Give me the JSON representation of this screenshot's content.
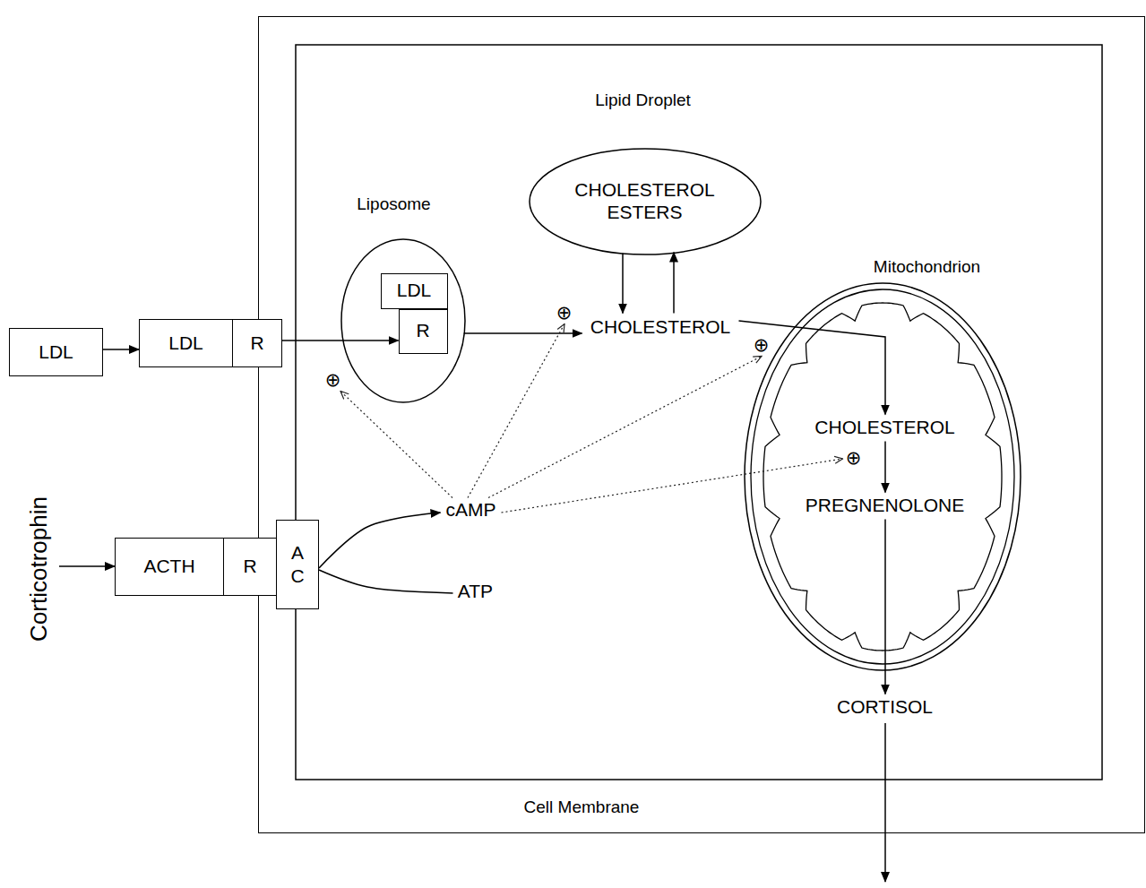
{
  "diagram": {
    "nodes": [
      {
        "text": [
          "Cell Membrane"
        ]
      },
      {
        "text": [
          "LDL"
        ]
      },
      {
        "text": [
          "LDL"
        ]
      },
      {
        "text": [
          "R"
        ]
      },
      {
        "text": [
          "Liposome"
        ],
        "in": 0
      },
      {
        "text": [
          "LDL"
        ],
        "in": 4
      },
      {
        "text": [
          "R"
        ],
        "in": 4
      },
      {
        "text": [
          "Lipid Droplet",
          "CHOLESTEROL ESTERS"
        ],
        "in": 0
      },
      {
        "text": [
          "CHOLESTEROL"
        ],
        "in": 0
      },
      {
        "text": [
          "Mitochondrion"
        ],
        "in": 0
      },
      {
        "text": [
          "CHOLESTEROL"
        ],
        "in": 9
      },
      {
        "text": [
          "PREGNENOLONE"
        ],
        "in": 9
      },
      {
        "text": [
          "CORTISOL"
        ],
        "in": 0
      },
      {
        "text": [
          "ATP"
        ],
        "in": 0
      },
      {
        "text": [
          "cAMP"
        ],
        "in": 0
      },
      {
        "text": [
          "ACTH"
        ]
      },
      {
        "text": [
          "R"
        ]
      },
      {
        "text": [
          "A C"
        ]
      },
      {
        "text": [
          "Corticotrophin"
        ]
      },
      {
        "text": [
          "⊕"
        ],
        "in": 0
      },
      {
        "text": [
          "⊕"
        ],
        "in": 0
      },
      {
        "text": [
          "⊕"
        ],
        "in": 0
      },
      {
        "text": [
          "⊕"
        ],
        "in": 9
      }
    ],
    "edges": [
      {
        "from": 1,
        "to": 2,
        "arrow": "to"
      },
      {
        "from": 3,
        "to": 6,
        "arrow": "to"
      },
      {
        "from": 4,
        "to": 8,
        "arrow": "to"
      },
      {
        "from": 7,
        "to": 8,
        "arrow": "to"
      },
      {
        "from": 8,
        "to": 7,
        "arrow": "to"
      },
      {
        "from": 8,
        "to": 10,
        "arrow": "to"
      },
      {
        "from": 10,
        "to": 11,
        "arrow": "to"
      },
      {
        "from": 11,
        "to": 12,
        "arrow": "to"
      },
      {
        "from": 17,
        "to": 14,
        "arrow": "to"
      },
      {
        "from": 13,
        "to": 17,
        "arrow": "none"
      },
      {
        "from": 18,
        "to": 15,
        "arrow": "to"
      },
      {
        "from": 14,
        "to": 19,
        "arrow": "to"
      },
      {
        "from": 14,
        "to": 20,
        "arrow": "to"
      },
      {
        "from": 14,
        "to": 21,
        "arrow": "to"
      },
      {
        "from": 14,
        "to": 22,
        "arrow": "to"
      }
    ]
  }
}
